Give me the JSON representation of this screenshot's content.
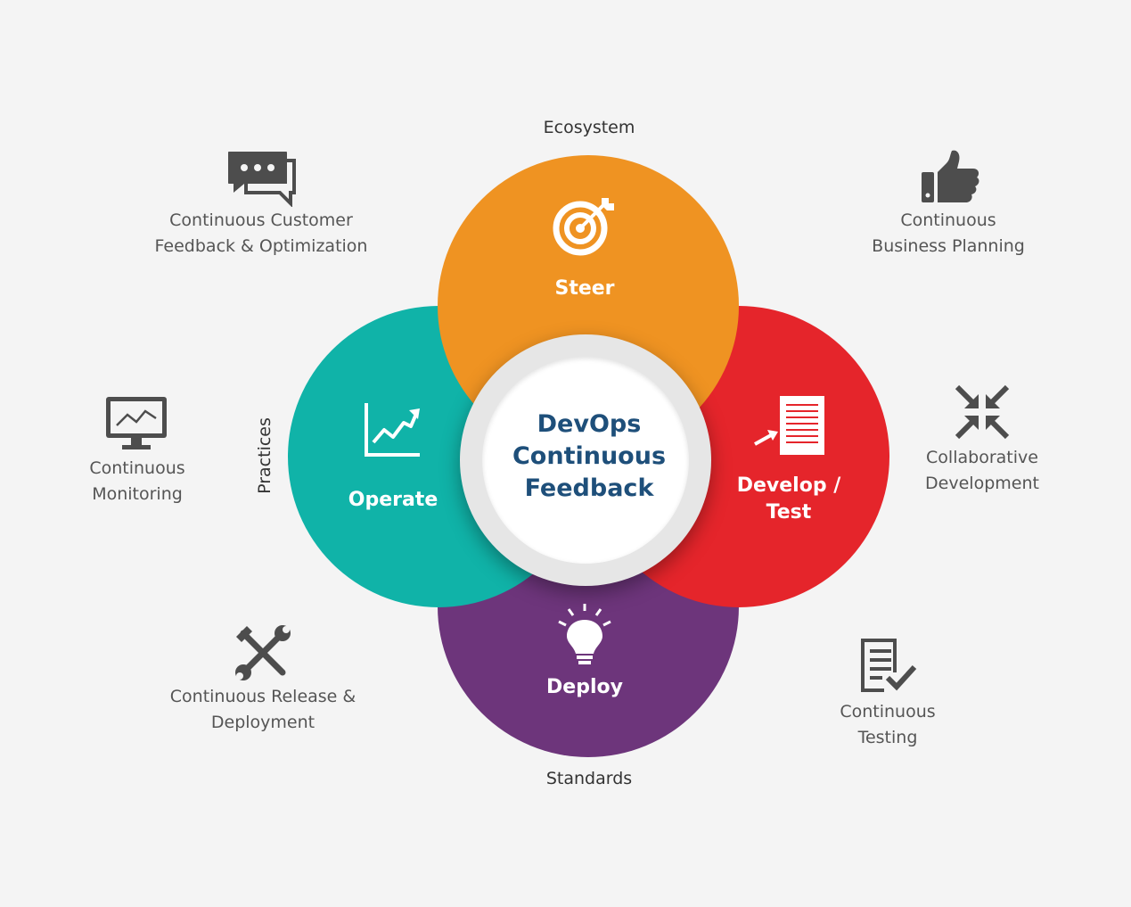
{
  "center": {
    "line1": "DevOps",
    "line2": "Continuous",
    "line3": "Feedback"
  },
  "petals": {
    "steer": {
      "label": "Steer",
      "color": "#ef9322",
      "icon": "target-icon"
    },
    "develop_test": {
      "line1": "Develop /",
      "line2": "Test",
      "color": "#e5252b",
      "icon": "document-arrow-icon"
    },
    "deploy": {
      "label": "Deploy",
      "color": "#6d357b",
      "icon": "lightbulb-icon"
    },
    "operate": {
      "label": "Operate",
      "color": "#10b3a8",
      "icon": "growth-chart-icon"
    }
  },
  "axes": {
    "top": "Ecosystem",
    "bottom": "Standards",
    "left": "Practices"
  },
  "practices": {
    "customer_feedback": {
      "line1": "Continuous Customer",
      "line2": "Feedback & Optimization",
      "icon": "chat-bubbles-icon"
    },
    "business_planning": {
      "line1": "Continuous",
      "line2": "Business Planning",
      "icon": "thumbs-up-icon"
    },
    "monitoring": {
      "line1": "Continuous",
      "line2": "Monitoring",
      "icon": "monitor-chart-icon"
    },
    "collaborative": {
      "line1": "Collaborative",
      "line2": "Development",
      "icon": "arrows-inward-icon"
    },
    "release_deployment": {
      "line1": "Continuous Release &",
      "line2": "Deployment",
      "icon": "tools-icon"
    },
    "testing": {
      "line1": "Continuous",
      "line2": "Testing",
      "icon": "checklist-icon"
    }
  },
  "colors": {
    "background": "#f4f4f4",
    "icon_gray": "#4d4d4d",
    "text_gray": "#555555",
    "center_text": "#1e4f7a"
  }
}
